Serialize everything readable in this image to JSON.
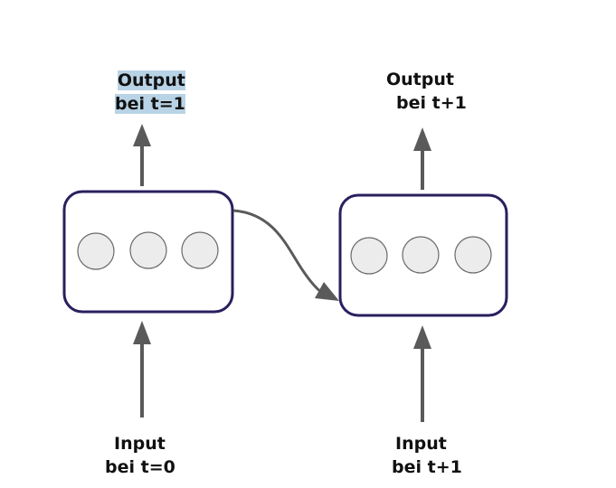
{
  "cells": [
    {
      "output_label": [
        "Output",
        "bei t=1"
      ],
      "input_label": [
        "Input",
        "bei t=0"
      ],
      "output_highlighted": true
    },
    {
      "output_label": [
        "Output",
        "bei t+1"
      ],
      "input_label": [
        "Input",
        "bei t+1"
      ],
      "output_highlighted": false
    }
  ],
  "colors": {
    "cell_border": "#2a1f5e",
    "node_fill": "#ececec",
    "node_stroke": "#6a6a6a",
    "arrow": "#5a5a5a",
    "highlight": "#b9d3e6"
  }
}
